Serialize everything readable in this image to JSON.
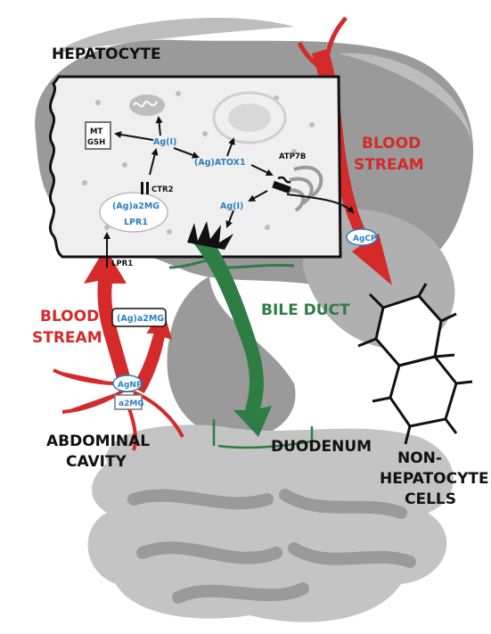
{
  "labels": {
    "hepatocyte": "HEPATOCYTE",
    "blood_stream_right_1": "BLOOD",
    "blood_stream_right_2": "STREAM",
    "blood_stream_left_1": "BLOOD",
    "blood_stream_left_2": "STREAM",
    "bile_duct": "BILE DUCT",
    "abdominal_1": "ABDOMINAL",
    "abdominal_2": "CAVITY",
    "duodenum": "DUODENUM",
    "nonhep_1": "NON-",
    "nonhep_2": "HEPATOCYTE",
    "nonhep_3": "CELLS"
  },
  "molecules": {
    "mt": "MT",
    "gsh": "GSH",
    "ag_center": "Ag(I)",
    "ag_atox1": "(Ag)ATOX1",
    "atp7b": "ATP7B",
    "ctr2": "CTR2",
    "ag_a2mg_inner": "(Ag)a2MG",
    "lpr1_inner": "LPR1",
    "ag_lower": "Ag(I)",
    "lpr1_outer": "LPR1",
    "agcp": "AgCP",
    "ag_a2mg_outer": "(Ag)a2MG",
    "agnp": "AgNP",
    "a2mg": "a2MG"
  },
  "colors": {
    "red": "#d42a2a",
    "green": "#2e7d45",
    "blue": "#2b7fc0",
    "organ_gray": "#9a9a9a",
    "organ_light": "#c8c8c8",
    "cell_fill": "#efefef"
  }
}
